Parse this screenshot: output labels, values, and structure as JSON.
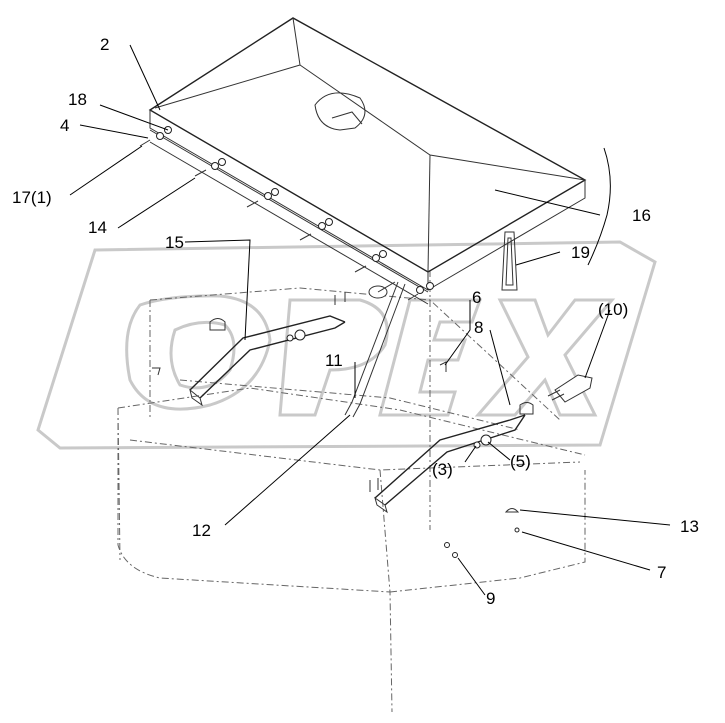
{
  "diagram": {
    "watermark": "OPEX",
    "callouts": [
      {
        "id": "c2",
        "text": "2"
      },
      {
        "id": "c18",
        "text": "18"
      },
      {
        "id": "c4",
        "text": "4"
      },
      {
        "id": "c17",
        "text": "17(1)"
      },
      {
        "id": "c14",
        "text": "14"
      },
      {
        "id": "c15",
        "text": "15"
      },
      {
        "id": "c16",
        "text": "16"
      },
      {
        "id": "c19",
        "text": "19"
      },
      {
        "id": "c6",
        "text": "6"
      },
      {
        "id": "c10",
        "text": "(10)"
      },
      {
        "id": "c8",
        "text": "8"
      },
      {
        "id": "c11",
        "text": "11"
      },
      {
        "id": "c3",
        "text": "(3)"
      },
      {
        "id": "c5",
        "text": "(5)"
      },
      {
        "id": "c12",
        "text": "12"
      },
      {
        "id": "c13",
        "text": "13"
      },
      {
        "id": "c7",
        "text": "7"
      },
      {
        "id": "c9",
        "text": "9"
      }
    ]
  }
}
